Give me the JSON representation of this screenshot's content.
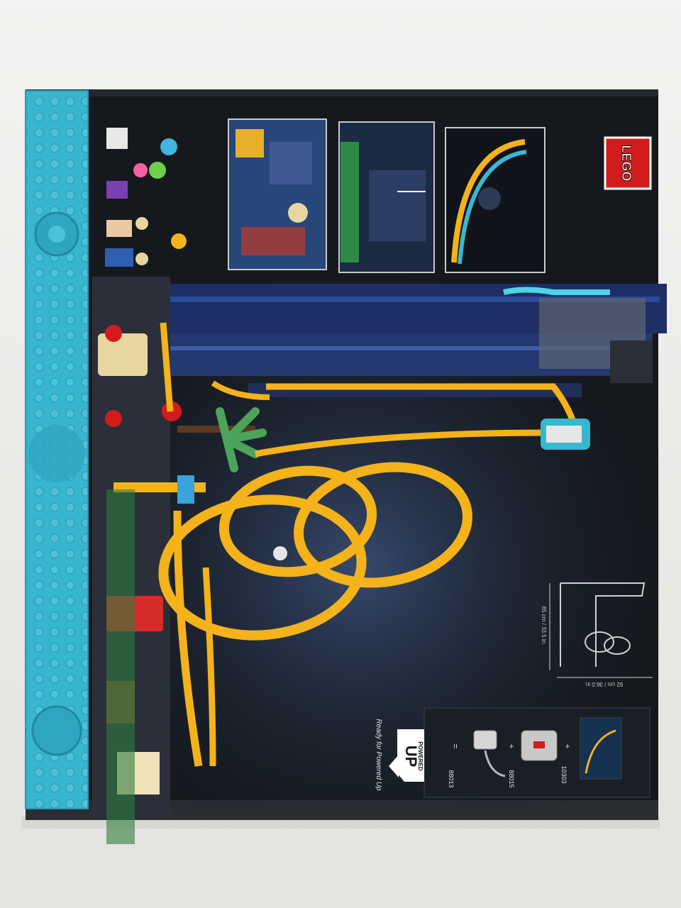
{
  "box": {
    "brand_logo_text": "LEGO",
    "set_number": "10303",
    "powered_up": {
      "badge_top": "POWERED",
      "badge_main": "UP",
      "tagline": "Ready for Powered Up",
      "parts": [
        "10303",
        "88015",
        "88013"
      ],
      "operators": [
        "+",
        "+",
        "="
      ]
    },
    "dimensions": {
      "width_label": "92 cm / 36.0 in.",
      "height_label": "85 cm / 33.5 in."
    }
  },
  "colors": {
    "box_black": "#15191e",
    "side_blue": "#37b6cf",
    "track_yellow": "#f4b21b",
    "tower_navy": "#1d2f66",
    "lego_red": "#d21c1c"
  }
}
